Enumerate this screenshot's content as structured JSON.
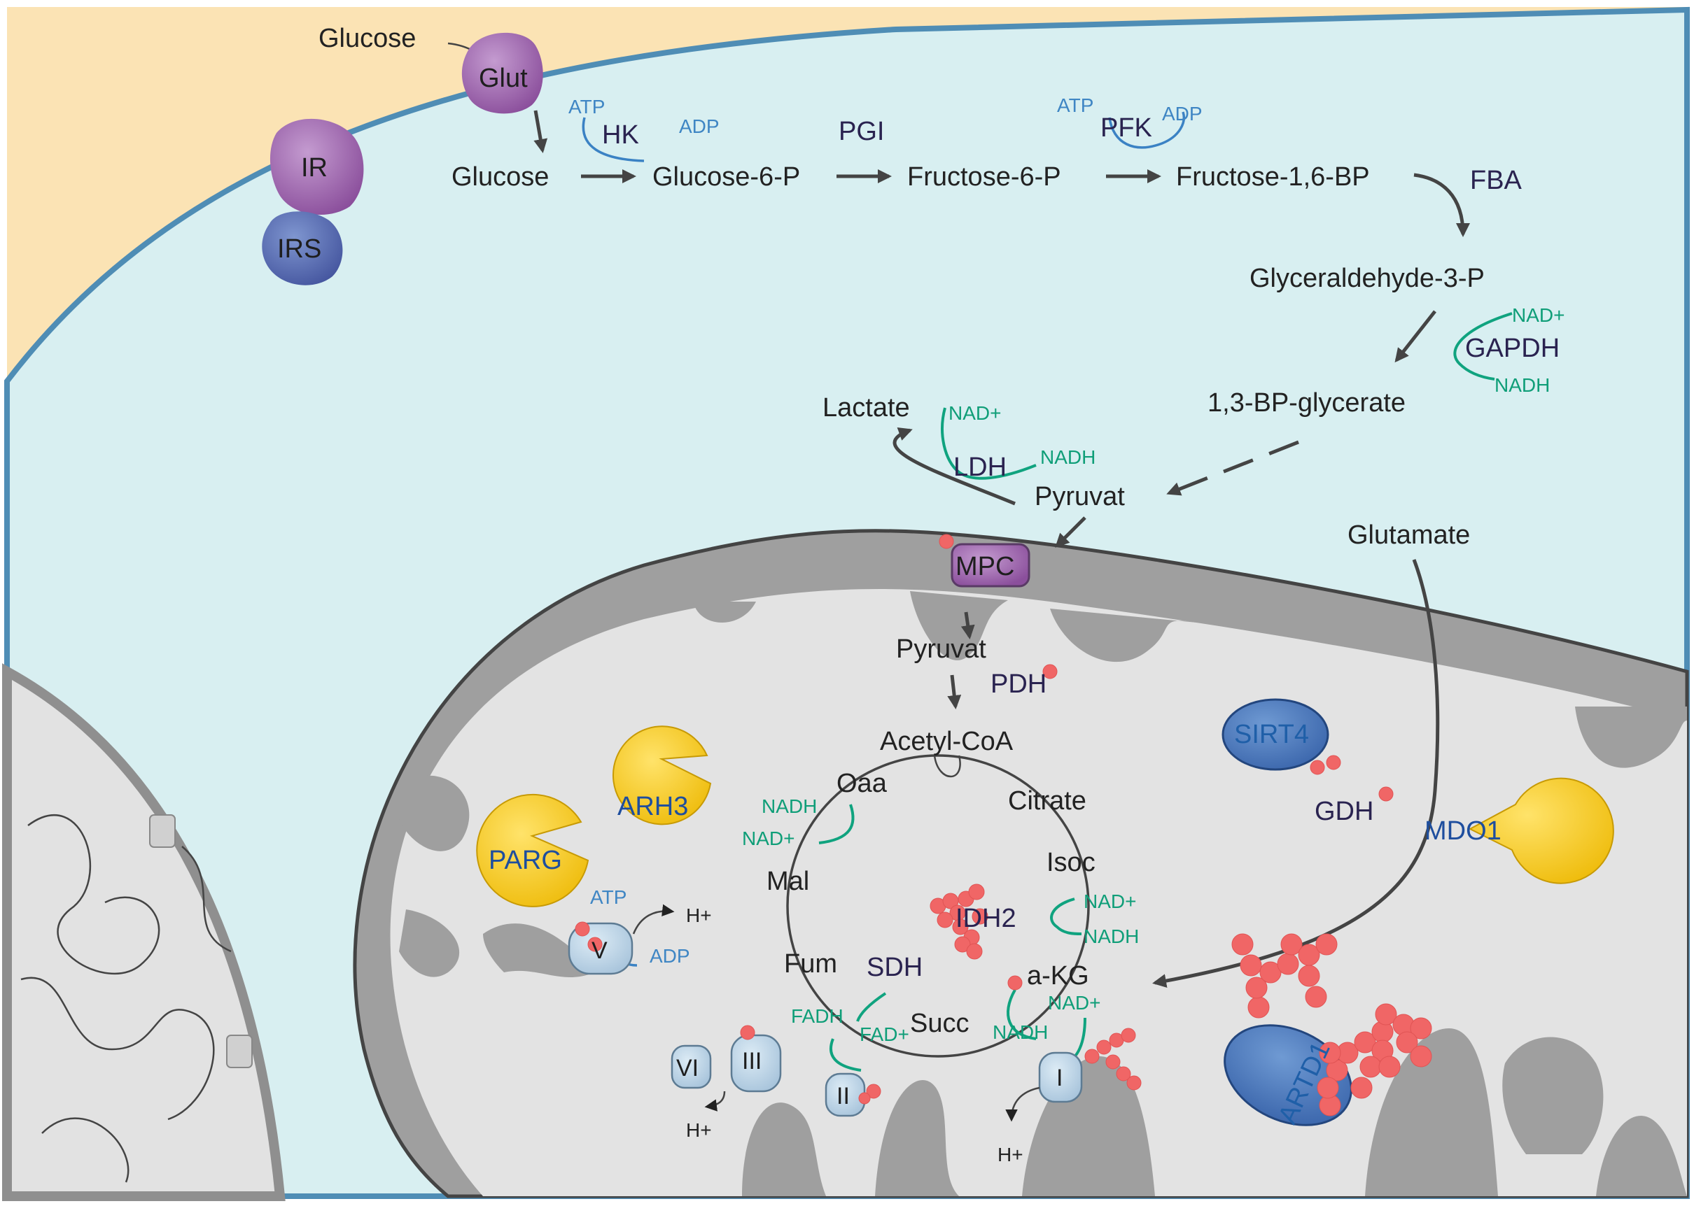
{
  "glycolysis": {
    "glucose_outside": "Glucose",
    "glut": "Glut",
    "ir": "IR",
    "irs": "IRS",
    "glucose": "Glucose",
    "hk": "HK",
    "hk_atp": "ATP",
    "hk_adp": "ADP",
    "glucose6p": "Glucose-6-P",
    "pgi": "PGI",
    "fructose6p": "Fructose-6-P",
    "pfk": "PFK",
    "pfk_atp": "ATP",
    "pfk_adp": "ADP",
    "fructose16bp": "Fructose-1,6-BP",
    "fba": "FBA",
    "g3p": "Glyceraldehyde-3-P",
    "gapdh": "GAPDH",
    "gapdh_nad": "NAD+",
    "gapdh_nadh": "NADH",
    "bpg": "1,3-BP-glycerate",
    "lactate": "Lactate",
    "ldh": "LDH",
    "ldh_nad": "NAD+",
    "ldh_nadh": "NADH",
    "pyruvat": "Pyruvat",
    "glutamate": "Glutamate"
  },
  "mito": {
    "mpc": "MPC",
    "pyruvat": "Pyruvat",
    "pdh": "PDH",
    "acetylcoa": "Acetyl-CoA",
    "oaa": "Oaa",
    "citrate": "Citrate",
    "isoc": "Isoc",
    "mal": "Mal",
    "fum": "Fum",
    "sdh": "SDH",
    "akg": "a-KG",
    "succ": "Succ",
    "idh2": "IDH2",
    "mdh_nadh": "NADH",
    "mdh_nad": "NAD+",
    "idh_nad": "NAD+",
    "idh_nadh": "NADH",
    "kg_nad": "NAD+",
    "kg_nadh": "NADH",
    "sdh_fadh": "FADH",
    "sdh_fad": "FAD+",
    "sirt4": "SIRT4",
    "gdh": "GDH",
    "arh3": "ARH3",
    "parg": "PARG",
    "mdo1": "MDO1",
    "artd1": "ARTD1",
    "v_atp": "ATP",
    "v_adp": "ADP",
    "v_h": "H+",
    "iii_h": "H+",
    "i_h": "H+",
    "complex_v": "V",
    "complex_vi": "VI",
    "complex_iii": "III",
    "complex_ii": "II",
    "complex_i": "I"
  },
  "colors": {
    "cytoplasm": "#d8eff1",
    "extracellular": "#fbe3b4",
    "membrane": "#4f8db5",
    "mito_outer": "#9f9f9f",
    "mito_matrix": "#e3e3e3",
    "cofactor_green": "#10a37f",
    "cofactor_blue": "#3b82c4",
    "adp_ribose": "#f06666",
    "glut_purple": "#9a63a8",
    "enzyme_blue": "#4a72b4",
    "hydrolase_yellow": "#f3cb17"
  }
}
